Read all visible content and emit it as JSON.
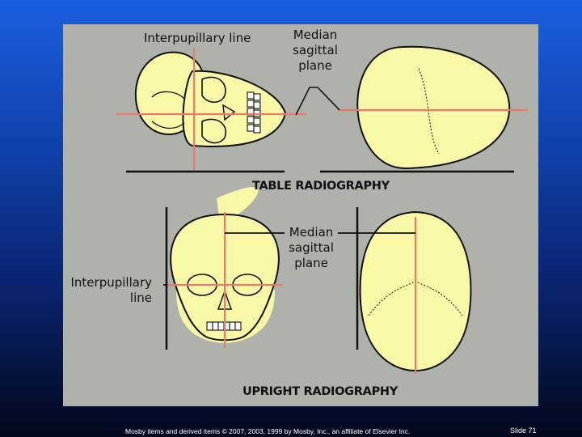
{
  "figure": {
    "top": {
      "interpupillary_label": "Interpupillary line",
      "median_label_lines": [
        "Median",
        "sagittal",
        "plane"
      ]
    },
    "table_caption": "TABLE RADIOGRAPHY",
    "bottom": {
      "median_label_lines": [
        "Median",
        "sagittal",
        "plane"
      ],
      "interpupillary_label_lines": [
        "Interpupillary",
        "line"
      ]
    },
    "upright_caption": "UPRIGHT RADIOGRAPHY"
  },
  "footer": {
    "credit": "Mosby items and derived items © 2007, 2003, 1999 by Mosby, Inc., an affiliate of Elsevier Inc.",
    "slide": "Slide 71"
  },
  "colors": {
    "panel": "#afb1ab",
    "skull": "#f8f8a6",
    "guide_line": "#e97c6a",
    "ink": "#111111"
  }
}
